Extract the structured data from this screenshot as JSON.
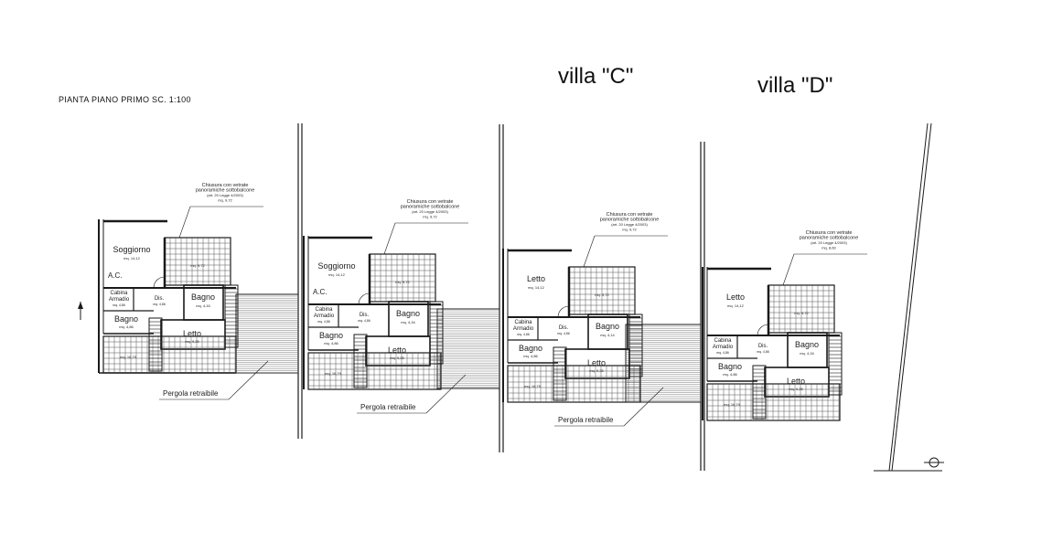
{
  "sheet_title": "PIANTA PIANO PRIMO SC. 1:100",
  "villa_titles": [
    "villa \"C\"",
    "villa \"D\""
  ],
  "villas": [
    {
      "id": "A",
      "main_room": "Soggiorno",
      "main_area": "mq. 14,12",
      "ac": "A.C.",
      "balcony_area": "mq. 9,72",
      "closet": "Cabina",
      "closet2": "Armadio",
      "closet_area": "mq. 4,86",
      "hall": "Dis.",
      "hall_area": "mq. 4,86",
      "bath1": "Bagno",
      "bath1_area": "mq. 4,16",
      "bath2": "Bagno",
      "bath2_area": "mq. 4,86",
      "bed": "Letto",
      "bed_area": "mq. 9,25",
      "terrace_area": "mq. 16,79",
      "note": [
        "Chiusura con vetrate",
        "panoramiche sottobalcone",
        "(art. 20 Legge 4/2003)",
        "mq. 9,72"
      ],
      "pergola": "Pergola retraibile"
    },
    {
      "id": "B",
      "main_room": "Soggiorno",
      "main_area": "mq. 14,12",
      "ac": "A.C.",
      "balcony_area": "mq. 9,72",
      "closet": "Cabina",
      "closet2": "Armadio",
      "closet_area": "mq. 4,86",
      "hall": "Dis.",
      "hall_area": "mq. 4,86",
      "bath1": "Bagno",
      "bath1_area": "mq. 4,16",
      "bath2": "Bagno",
      "bath2_area": "mq. 4,86",
      "bed": "Letto",
      "bed_area": "mq. 9,25",
      "terrace_area": "mq. 16,79",
      "note": [
        "Chiusura con vetrate",
        "panoramiche sottobalcone",
        "(art. 20 Legge 4/2003)",
        "mq. 9,72"
      ],
      "pergola": "Pergola retraibile"
    },
    {
      "id": "C",
      "main_room": "Letto",
      "main_area": "mq. 14,12",
      "ac": "",
      "balcony_area": "mq. 9,72",
      "closet": "Cabina",
      "closet2": "Armadio",
      "closet_area": "mq. 4,86",
      "hall": "Dis.",
      "hall_area": "mq. 4,86",
      "bath1": "Bagno",
      "bath1_area": "mq. 4,14",
      "bath2": "Bagno",
      "bath2_area": "mq. 4,86",
      "bed": "Letto",
      "bed_area": "mq. 9,25",
      "terrace_area": "mq. 16,79",
      "note": [
        "Chiusura con vetrate",
        "panoramiche sottobalcone",
        "(art. 20 Legge 4/2003)",
        "mq. 9,72"
      ],
      "pergola": "Pergola retraibile"
    },
    {
      "id": "D",
      "main_room": "Letto",
      "main_area": "mq. 14,12",
      "ac": "",
      "balcony_area": "mq. 9,72",
      "closet": "Cabina",
      "closet2": "Armadio",
      "closet_area": "mq. 4,86",
      "hall": "Dis.",
      "hall_area": "mq. 4,86",
      "bath1": "Bagno",
      "bath1_area": "mq. 4,16",
      "bath2": "Bagno",
      "bath2_area": "mq. 4,86",
      "bed": "Letto",
      "bed_area": "mq. 9,25",
      "terrace_area": "mq. 16,79",
      "note": [
        "Chiusura con vetrate",
        "panoramiche sottobalcone",
        "(art. 20 Legge 4/2003)",
        "mq. 8,60"
      ],
      "pergola": ""
    }
  ],
  "colors": {
    "line": "#1a1a1a",
    "grid": "#555555"
  }
}
